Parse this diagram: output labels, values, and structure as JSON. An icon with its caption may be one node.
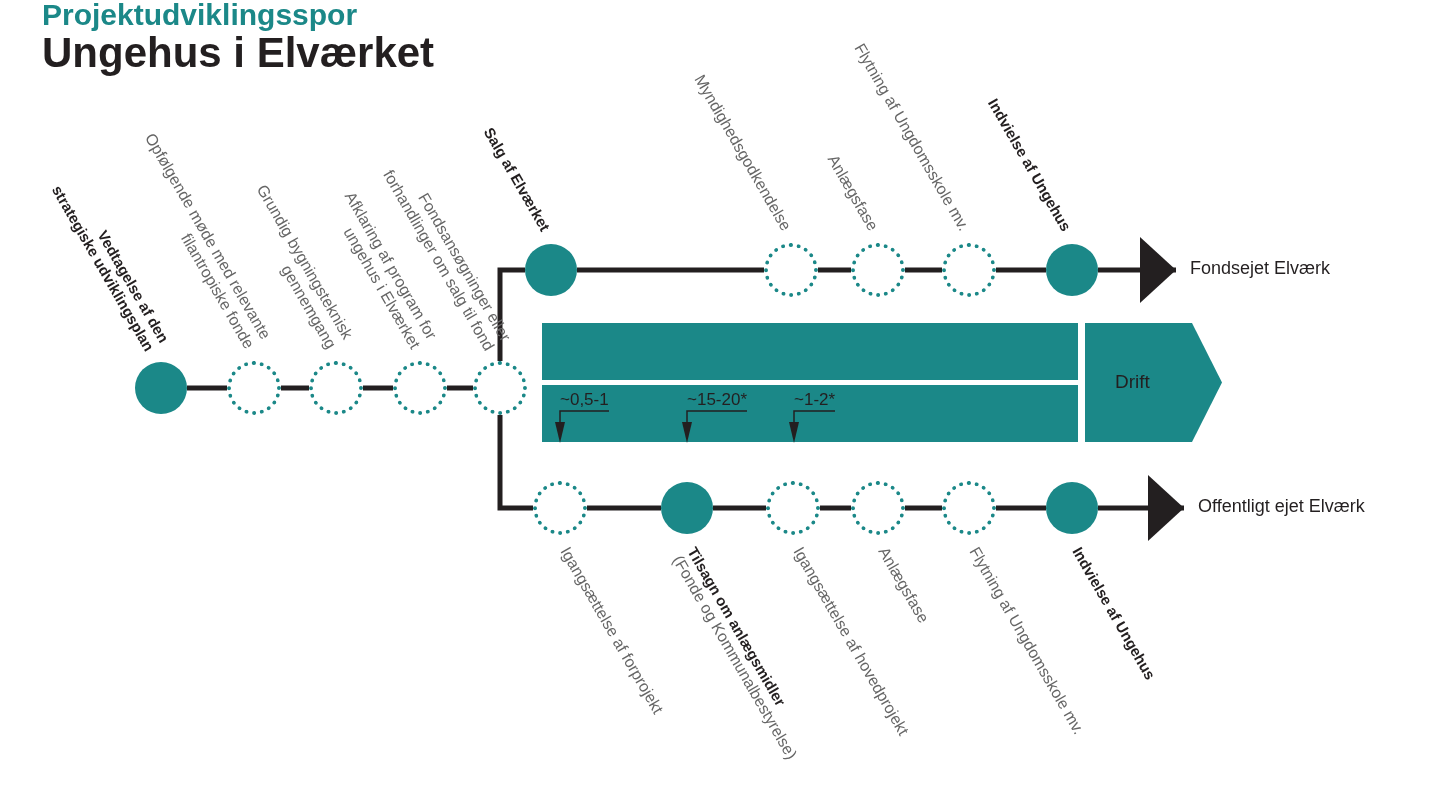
{
  "diagram": {
    "title": "Ungehus i Elværket",
    "nodes": [
      {
        "text": [
          "Vedtagelse af den strategiske udviklingsplan"
        ]
      },
      {
        "text": [
          "Opfølgende møde med relevante filantropiske fonde"
        ]
      },
      {
        "text": [
          "Grundig bygningsteknisk gennemgang"
        ]
      },
      {
        "text": [
          "Afklaring af program for ungehus i Elværket"
        ]
      },
      {
        "text": [
          "Fondsansøgninger eller forhandlinger om salg til fond"
        ]
      },
      {
        "text": [
          "Salg af Elværket"
        ]
      },
      {
        "text": [
          "Myndighedsgodkendelse"
        ]
      },
      {
        "text": [
          "Anlægsfase"
        ]
      },
      {
        "text": [
          "Flytning af Ungdomsskole mv."
        ]
      },
      {
        "text": [
          "Indvielse af Ungehus"
        ]
      },
      {
        "text": [
          "Fondsejet Elværk"
        ]
      },
      {
        "text": [],
        "shape": "bar"
      },
      {
        "text": [
          "~0,5-1",
          "~15-20*",
          "~1-2*"
        ]
      },
      {
        "text": [
          "Drift"
        ]
      },
      {
        "text": [
          "Igangsættelse af forprojekt"
        ]
      },
      {
        "text": [
          "Tilsagn om anlægsmidler",
          "(Fonde og Kommunalbestyrelse)"
        ]
      },
      {
        "text": [
          "Igangsættelse af hovedprojekt"
        ]
      },
      {
        "text": [
          "Anlægsfase"
        ]
      },
      {
        "text": [
          "Flytning af Ungdomsskole mv."
        ]
      },
      {
        "text": [
          "Indvielse af Ungehus"
        ]
      },
      {
        "text": [
          "Offentligt ejet Elværk"
        ]
      }
    ],
    "edges": [
      {
        "from": 0,
        "to": 1,
        "arrow": "none"
      },
      {
        "from": 1,
        "to": 2,
        "arrow": "none"
      },
      {
        "from": 2,
        "to": 3,
        "arrow": "none"
      },
      {
        "from": 3,
        "to": 4,
        "arrow": "none"
      },
      {
        "from": 4,
        "to": 5,
        "arrow": "none"
      },
      {
        "from": 5,
        "to": 6,
        "arrow": "none"
      },
      {
        "from": 6,
        "to": 7,
        "arrow": "none"
      },
      {
        "from": 7,
        "to": 8,
        "arrow": "none"
      },
      {
        "from": 8,
        "to": 9,
        "arrow": "none"
      },
      {
        "from": 9,
        "to": 10,
        "arrow": "to"
      },
      {
        "from": 4,
        "to": 14,
        "arrow": "none"
      },
      {
        "from": 14,
        "to": 15,
        "arrow": "none"
      },
      {
        "from": 15,
        "to": 16,
        "arrow": "none"
      },
      {
        "from": 16,
        "to": 17,
        "arrow": "none"
      },
      {
        "from": 17,
        "to": 18,
        "arrow": "none"
      },
      {
        "from": 18,
        "to": 19,
        "arrow": "none"
      },
      {
        "from": 19,
        "to": 20,
        "arrow": "to"
      }
    ],
    "labels": [
      "Projektudviklingsspor"
    ]
  }
}
